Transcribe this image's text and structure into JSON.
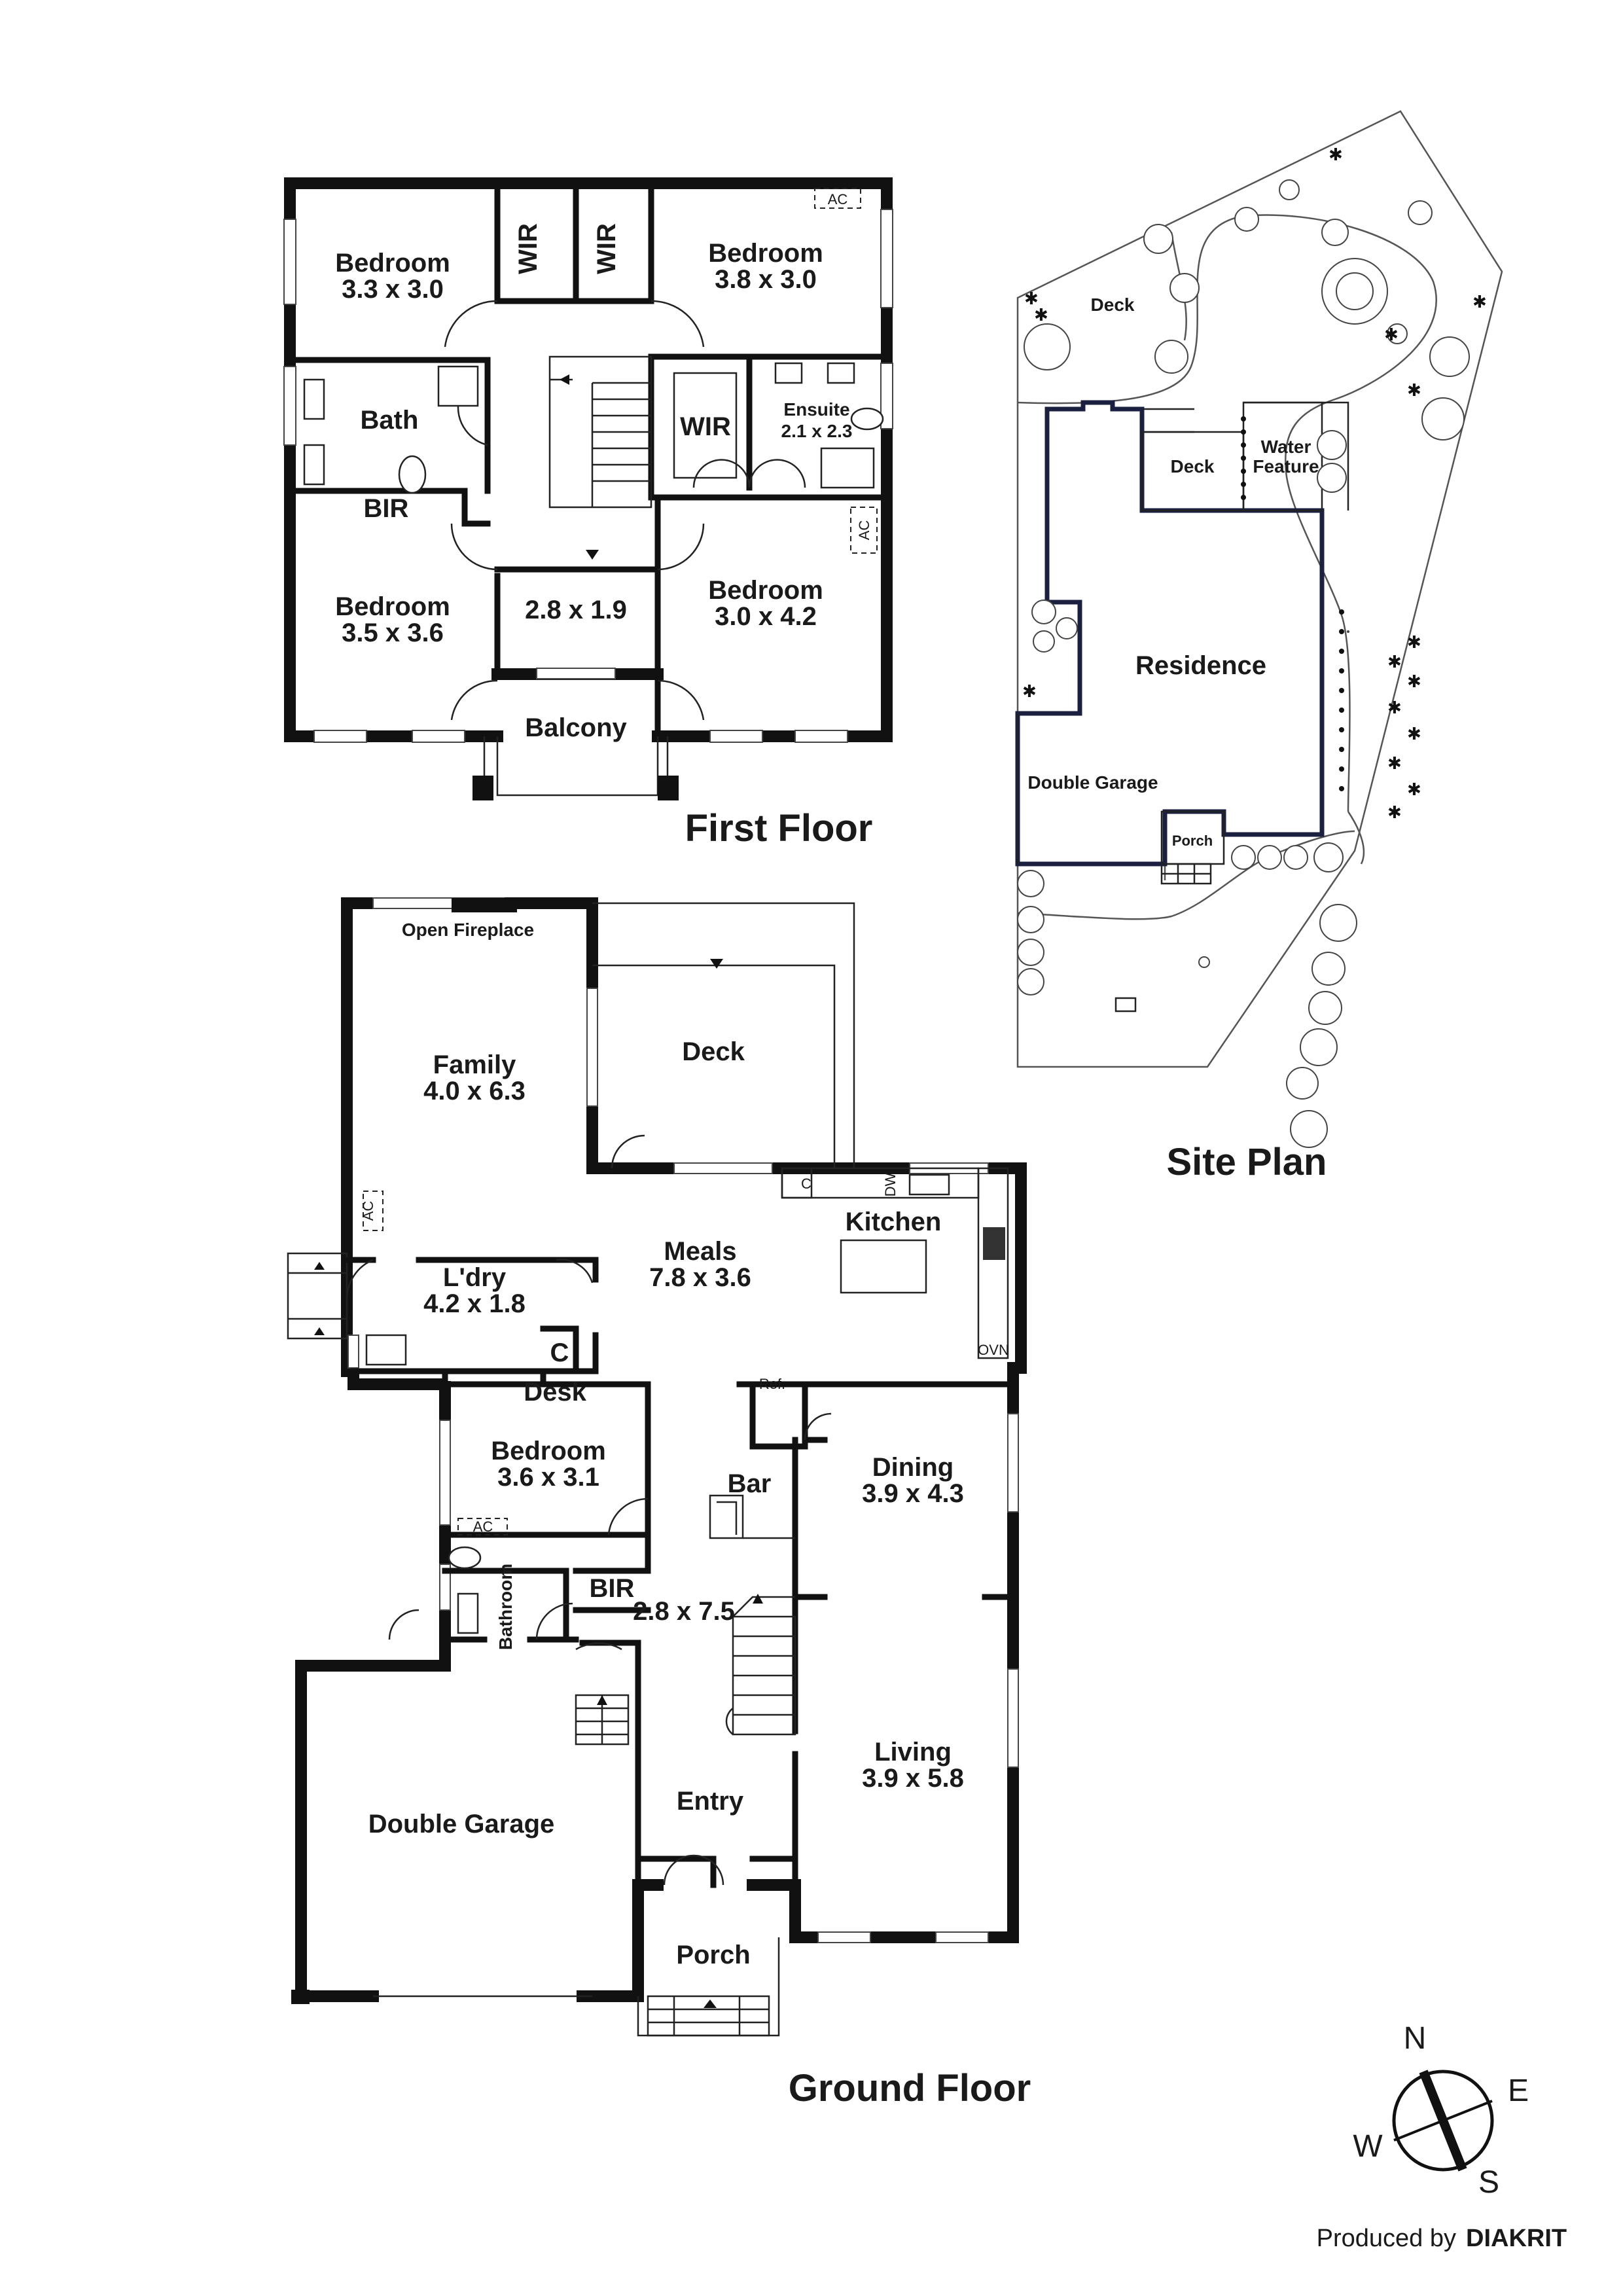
{
  "first_floor": {
    "title": "First Floor",
    "rooms": {
      "bed1_name": "Bedroom",
      "bed1_dim": "3.3 x 3.0",
      "wir1": "WIR",
      "wir2": "WIR",
      "bed2_name": "Bedroom",
      "bed2_dim": "3.8 x 3.0",
      "ac1": "AC",
      "bath": "Bath",
      "wir3": "WIR",
      "ensuite_name": "Ensuite",
      "ensuite_dim": "2.1 x 2.3",
      "bir": "BIR",
      "ac2": "AC",
      "bed3_name": "Bedroom",
      "bed3_dim": "3.5 x 3.6",
      "hall_dim": "2.8 x 1.9",
      "bed4_name": "Bedroom",
      "bed4_dim": "3.0 x 4.2",
      "balcony": "Balcony"
    }
  },
  "ground_floor": {
    "title": "Ground Floor",
    "rooms": {
      "fireplace": "Open Fireplace",
      "deck": "Deck",
      "family_name": "Family",
      "family_dim": "4.0 x 6.3",
      "ac3": "AC",
      "c1": "C",
      "dw": "DW",
      "kitchen": "Kitchen",
      "meals_name": "Meals",
      "meals_dim": "7.8 x 3.6",
      "ldry_name": "L'dry",
      "ldry_dim": "4.2 x 1.8",
      "c2": "C",
      "ovn": "OVN",
      "desk": "Desk",
      "ref": "Ref.",
      "bed5_name": "Bedroom",
      "bed5_dim": "3.6 x 3.1",
      "bar": "Bar",
      "dining_name": "Dining",
      "dining_dim": "3.9 x 4.3",
      "ac4": "AC",
      "bir2": "BIR",
      "bathroom": "Bathroom",
      "hall_dim": "2.8 x 7.5",
      "living_name": "Living",
      "living_dim": "3.9 x 5.8",
      "entry": "Entry",
      "garage": "Double Garage",
      "porch": "Porch"
    }
  },
  "site_plan": {
    "title": "Site Plan",
    "labels": {
      "deck_top": "Deck",
      "deck": "Deck",
      "water1": "Water",
      "water2": "Feature",
      "residence": "Residence",
      "garage": "Double Garage",
      "porch": "Porch"
    }
  },
  "compass": {
    "n": "N",
    "e": "E",
    "s": "S",
    "w": "W"
  },
  "credit": {
    "prefix": "Produced by",
    "brand": "DIAKRIT"
  }
}
